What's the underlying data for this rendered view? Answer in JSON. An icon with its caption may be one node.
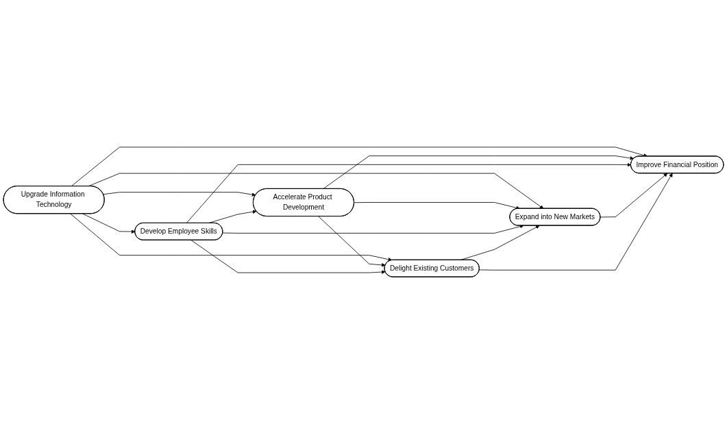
{
  "diagram": {
    "nodes": [
      {
        "text": [
          "Upgrade Information Technology"
        ]
      },
      {
        "text": [
          "Accelerate Product Development"
        ]
      },
      {
        "text": [
          "Develop Employee Skills"
        ]
      },
      {
        "text": [
          "Improve Financial Position"
        ]
      },
      {
        "text": [
          "Expand into New Markets"
        ]
      },
      {
        "text": [
          "Delight Existing Customers"
        ]
      }
    ],
    "edges": [
      {
        "from": 0,
        "to": 1,
        "arrow": "to"
      },
      {
        "from": 0,
        "to": 2,
        "arrow": "to"
      },
      {
        "from": 0,
        "to": 4,
        "arrow": "to"
      },
      {
        "from": 0,
        "to": 5,
        "arrow": "to"
      },
      {
        "from": 0,
        "to": 3,
        "arrow": "to"
      },
      {
        "from": 1,
        "to": 4,
        "arrow": "to"
      },
      {
        "from": 1,
        "to": 5,
        "arrow": "to"
      },
      {
        "from": 1,
        "to": 3,
        "arrow": "to"
      },
      {
        "from": 2,
        "to": 1,
        "arrow": "to"
      },
      {
        "from": 2,
        "to": 3,
        "arrow": "to"
      },
      {
        "from": 2,
        "to": 4,
        "arrow": "to"
      },
      {
        "from": 2,
        "to": 5,
        "arrow": "to"
      },
      {
        "from": 4,
        "to": 3,
        "arrow": "to"
      },
      {
        "from": 5,
        "to": 4,
        "arrow": "to"
      },
      {
        "from": 5,
        "to": 3,
        "arrow": "to"
      }
    ]
  }
}
